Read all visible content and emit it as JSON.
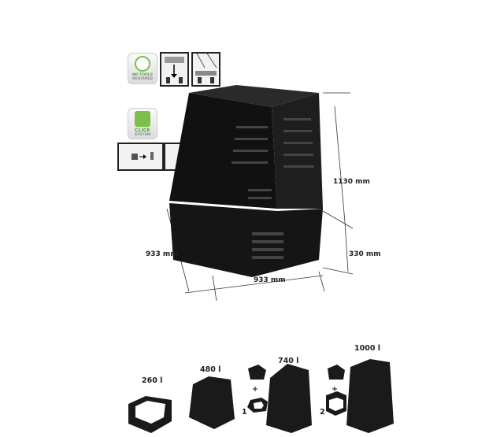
{
  "badges": {
    "no_tools": {
      "line1": "NO TOOLS",
      "line2": "REQUIRED",
      "icon": "wrench-screwdriver-icon"
    },
    "click_system": {
      "line1": "CLICK",
      "line2": "SYSTEM",
      "icon": "click-connector-icon"
    }
  },
  "dimensions": {
    "height": "1130 mm",
    "depth": "933 mm",
    "width": "933 mm",
    "module_height": "330 mm"
  },
  "variants": [
    {
      "label": "260 l"
    },
    {
      "label": "480 l"
    },
    {
      "label": "740 l",
      "step": "1",
      "plus": "+"
    },
    {
      "label": "1000 l",
      "step": "2",
      "plus": "+"
    }
  ],
  "colors": {
    "product": "#1a1a1a",
    "badge_green": "#7cbf4a"
  }
}
